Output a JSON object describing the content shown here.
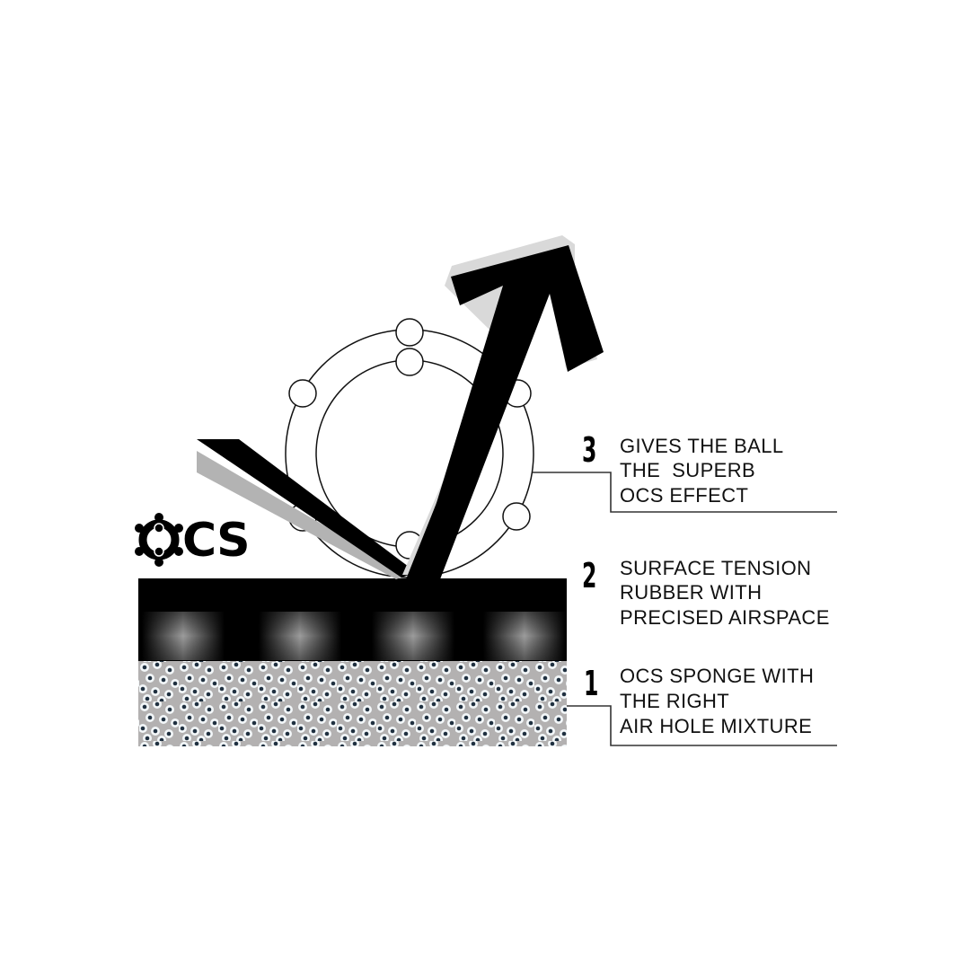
{
  "logo": {
    "text": "CS",
    "full": "OCS",
    "icon": "molecule-ring-icon"
  },
  "labels": [
    {
      "number": "3",
      "lines": [
        "GIVES THE BALL",
        "THE  SUPERB",
        "OCS EFFECT"
      ]
    },
    {
      "number": "2",
      "lines": [
        "SURFACE TENSION",
        "RUBBER WITH",
        "PRECISED AIRSPACE"
      ]
    },
    {
      "number": "1",
      "lines": [
        "OCS SPONGE WITH",
        "THE RIGHT",
        "AIR HOLE MIXTURE"
      ]
    }
  ],
  "colors": {
    "background": "#ffffff",
    "ink": "#000000",
    "shadow": "#d9d9d9",
    "shadow_dark": "#b3b3b3",
    "sponge": "#b3b1b1",
    "pore_ring": "#f2f6f8",
    "pore_core": "#1f3040",
    "rubber_highlight": "#a0a0a0"
  },
  "layers": [
    "ball-with-orbit",
    "incoming-arrow",
    "outgoing-arrow",
    "rubber-top-sheet",
    "rubber-pimple-layer",
    "sponge-layer"
  ]
}
